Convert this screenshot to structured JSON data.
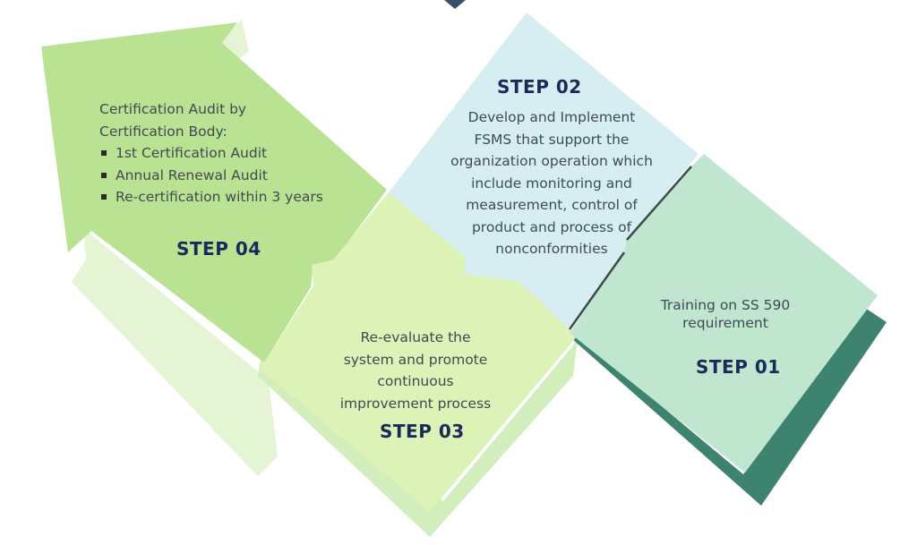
{
  "colors": {
    "step01_fill": "#c0e6cf",
    "step01_shadow": "#3e8270",
    "step02_fill": "#d6eef2",
    "step03_fill": "#dcf2b6",
    "step04_fill": "#b9e393",
    "step04_shadow": "#e4f4d4",
    "step03_shadow": "#d2eebc",
    "title_color": "#1a2a5a",
    "text_color": "#3f4a52"
  },
  "steps": {
    "step01": {
      "title": "STEP 01",
      "lines": [
        "Training on SS 590",
        "requirement"
      ]
    },
    "step02": {
      "title": "STEP 02",
      "lines": [
        "Develop and Implement",
        "FSMS that support the",
        "organization operation which",
        "include monitoring and",
        "measurement, control of",
        "product and process of",
        "nonconformities"
      ]
    },
    "step03": {
      "title": "STEP 03",
      "lines": [
        "Re-evaluate the",
        "system and promote",
        "continuous",
        "improvement process"
      ]
    },
    "step04": {
      "title": "STEP 04",
      "heading_lines": [
        "Certification Audit by",
        "Certification Body:"
      ],
      "bullets": [
        "1st Certification Audit",
        "Annual Renewal Audit",
        "Re-certification within 3 years"
      ]
    }
  }
}
